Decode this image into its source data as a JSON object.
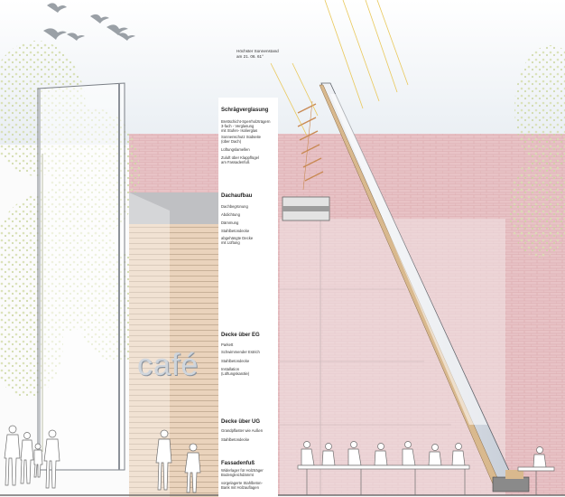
{
  "sun_label": [
    "Höchster Sonnenstand",
    "am 21. 06.   61°"
  ],
  "cafe_sign": "café",
  "sections": [
    {
      "title": "Schrägverglasung",
      "items": [
        "Brettschicht-Sperrholzträgern\n3-fach - Verglasung\nmit Stufen- Isolierglas",
        "Sonnenschutz Südseite\n(über Dach)",
        "Lüftungslamellen",
        "Zuluft über Klappflügel\nam Fassadenfuß"
      ]
    },
    {
      "title": "Dachaufbau",
      "items": [
        "Dachbegrünung",
        "Abdichtung",
        "Dämmung",
        "Stahlbetondecke",
        "abgehängte Decke\nmit Lüftung"
      ]
    },
    {
      "title": "Decke über EG",
      "items": [
        "Parkett",
        "Schwimmender Estrich",
        "Stahlbetondecke",
        "Installation\n(Lüftungskanäle)"
      ]
    },
    {
      "title": "Decke über UG",
      "items": [
        "Grandpflaster wie Außen",
        "Stahlbetondecke"
      ]
    },
    {
      "title": "Fassadenfuß",
      "items": [
        "Widerlager für Holzträger\nBodengleichdämmt",
        "vorgelagerte Stahlbeton-\nBank mit Holzauflagen"
      ]
    }
  ]
}
